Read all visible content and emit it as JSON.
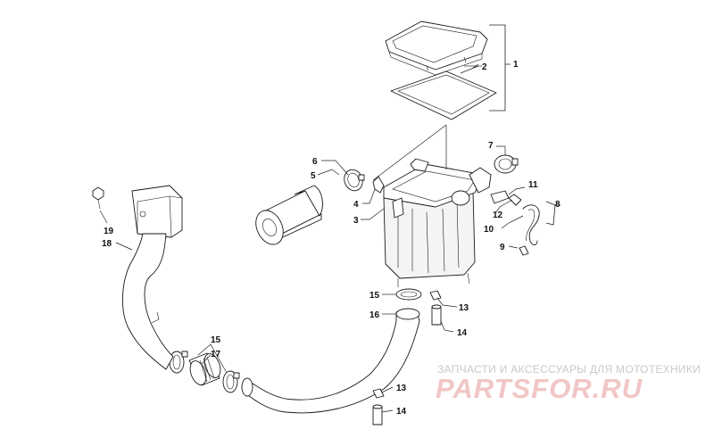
{
  "diagram": {
    "callouts": {
      "c1": "1",
      "c2": "2",
      "c3": "3",
      "c4": "4",
      "c5": "5",
      "c6": "6",
      "c7": "7",
      "c8": "8",
      "c9": "9",
      "c10": "10",
      "c11": "11",
      "c12": "12",
      "c13a": "13",
      "c13b": "13",
      "c14a": "14",
      "c14b": "14",
      "c15a": "15",
      "c15b": "15",
      "c16": "16",
      "c17": "17",
      "c18": "18",
      "c19": "19"
    }
  },
  "watermark": {
    "tagline": "ЗАПЧАСТИ И АКСЕССУАРЫ ДЛЯ МОТОТЕХНИКИ",
    "logo": "PARTSFOR.RU",
    "logo_color": "#f1c6c6"
  }
}
